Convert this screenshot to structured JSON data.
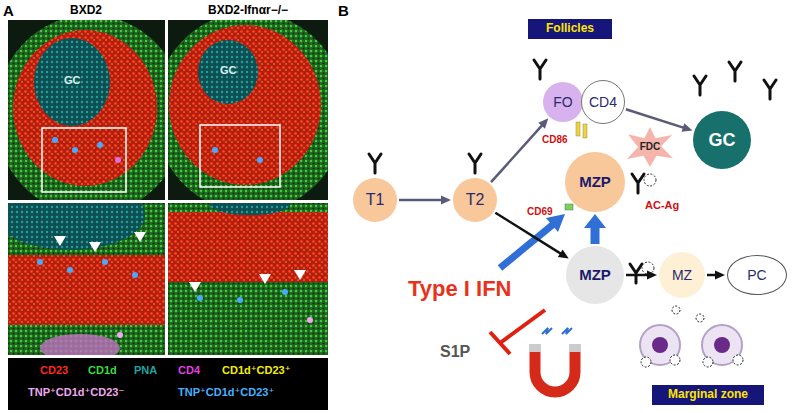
{
  "diagram": {
    "nodes": [
      {
        "text": [
          "Follicles"
        ]
      },
      {
        "text": [
          "T1"
        ]
      },
      {
        "text": [
          "T2"
        ]
      },
      {
        "text": [
          "FO"
        ]
      },
      {
        "text": [
          "CD4"
        ]
      },
      {
        "text": [
          "GC"
        ]
      },
      {
        "text": [
          "FDC"
        ]
      },
      {
        "text": [
          "MZP"
        ]
      },
      {
        "text": [
          "MZP"
        ]
      },
      {
        "text": [
          "MZ"
        ]
      },
      {
        "text": [
          "PC"
        ]
      },
      {
        "text": [
          "Marginal zone"
        ]
      }
    ],
    "edges": [
      {
        "from": 1,
        "to": 2,
        "arrow": "to"
      },
      {
        "from": 2,
        "to": 3,
        "arrow": "to"
      },
      {
        "from": 2,
        "to": 8,
        "arrow": "to"
      },
      {
        "from": 4,
        "to": 5,
        "arrow": "to"
      },
      {
        "from": 8,
        "to": 7,
        "arrow": "to"
      },
      {
        "from": 8,
        "to": 9,
        "arrow": "to"
      },
      {
        "from": 9,
        "to": 10,
        "arrow": "to"
      }
    ],
    "labels": [
      "A",
      "B",
      "BXD2",
      "BXD2-Ifnαr−/−",
      "GC",
      "GC",
      "Type I IFN",
      "S1P",
      "CD86",
      "CD69",
      "AC-Ag"
    ],
    "legend": [
      {
        "text": "CD23",
        "color": "#ff2a1a"
      },
      {
        "text": "CD1d",
        "color": "#3ddc3d"
      },
      {
        "text": "PNA",
        "color": "#1fa5a0"
      },
      {
        "text": "CD4",
        "color": "#e040e0"
      },
      {
        "text": "CD1d⁺CD23⁺",
        "color": "#f2f200"
      },
      {
        "text": "TNP⁺CD1d⁺CD23⁻",
        "color": "#f0a8f0"
      },
      {
        "text": "TNP⁺CD1d⁺CD23⁺",
        "color": "#48b0ff"
      }
    ]
  }
}
